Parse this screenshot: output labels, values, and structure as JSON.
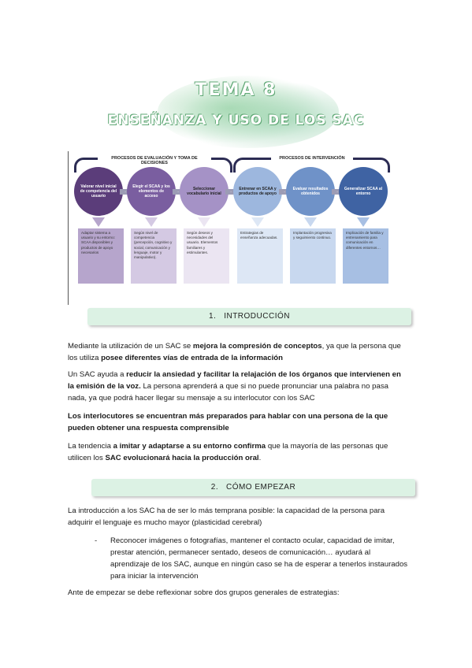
{
  "title": {
    "main": "TEMA 8",
    "sub": "ENSEÑANZA Y USO DE LOS SAC"
  },
  "diagram": {
    "phase_left": "PROCESOS DE EVALUACIÓN Y TOMA DE DECISIONES",
    "phase_right": "PROCESOS DE INTERVENCIÓN",
    "arrow_text": "→",
    "steps": [
      {
        "label": "Valorar nivel inicial de competencia del usuario",
        "color": "#5b3d7a",
        "desc_bg": "#b6a5cc",
        "desc": "Adaptar sistema a usuario y su entorno: SCAA disponibles y productos de apoyo necesarios"
      },
      {
        "label": "Elegir el SCAA y los elementos de acceso",
        "color": "#7a5ea0",
        "desc_bg": "#d4c9e3",
        "desc": "Según nivel de competencia (percepción, cognitivo y social, comunicación y lenguaje, motor y manipulativo)."
      },
      {
        "label": "Seleccionar vocabulario inicial",
        "color": "#a592c6",
        "desc_bg": "#ebe5f2",
        "desc": "Según deseos y necesidades del usuario. Elementos familiares y estimulantes."
      },
      {
        "label": "Entrenar en SCAA y productos de apoyo",
        "color": "#9db7de",
        "desc_bg": "#dde7f5",
        "desc": "Estrategias de enseñanza adecuadas."
      },
      {
        "label": "Evaluar resultados obtenidos",
        "color": "#6f92c8",
        "desc_bg": "#c8d8ef",
        "desc": "Implantación progresiva y seguimiento continuo."
      },
      {
        "label": "Generalizar SCAA al entorno",
        "color": "#3f63a3",
        "desc_bg": "#a7bfe3",
        "desc": "Implicación de familia y entrenamiento para comunicación en diferentes entornos…"
      }
    ]
  },
  "sections": [
    {
      "number": "1.",
      "title": "INTRODUCCIÓN"
    },
    {
      "number": "2.",
      "title": "CÓMO EMPEZAR"
    }
  ],
  "paragraphs": {
    "p1": [
      "Mediante la utilización de un SAC se ",
      "mejora la compresión de conceptos",
      ", ya que la persona que los utiliza ",
      "posee diferentes vías de entrada de la información"
    ],
    "p2": [
      "Un SAC ayuda a ",
      "reducir la ansiedad y facilitar la relajación de los órganos que intervienen en la emisión de la voz.",
      " La persona aprenderá a que si no puede pronunciar una palabra no pasa nada, ya que podrá hacer llegar su mensaje a su interlocutor con los SAC"
    ],
    "p3": "Los interlocutores se encuentran más preparados para hablar con una persona de la que pueden obtener una respuesta comprensible",
    "p4": [
      "La tendencia ",
      "a imitar y adaptarse a su entorno confirma",
      " que la mayoría de las personas que utilicen los ",
      "SAC evolucionará hacia la producción oral",
      "."
    ],
    "p5": "La introducción a los SAC ha de ser lo más temprana posible: la capacidad de la persona para adquirir el lenguaje es mucho mayor (plasticidad cerebral)",
    "bullet_dash": "-",
    "bullet1": "Reconocer imágenes o fotografías, mantener el contacto ocular, capacidad de imitar, prestar atención, permanecer sentado, deseos de comunicación… ayudará al aprendizaje de los SAC, aunque en ningún caso se ha de esperar a tenerlos instaurados para iniciar la intervención",
    "p6": "Ante de empezar se debe reflexionar sobre dos grupos generales de estrategias:"
  }
}
